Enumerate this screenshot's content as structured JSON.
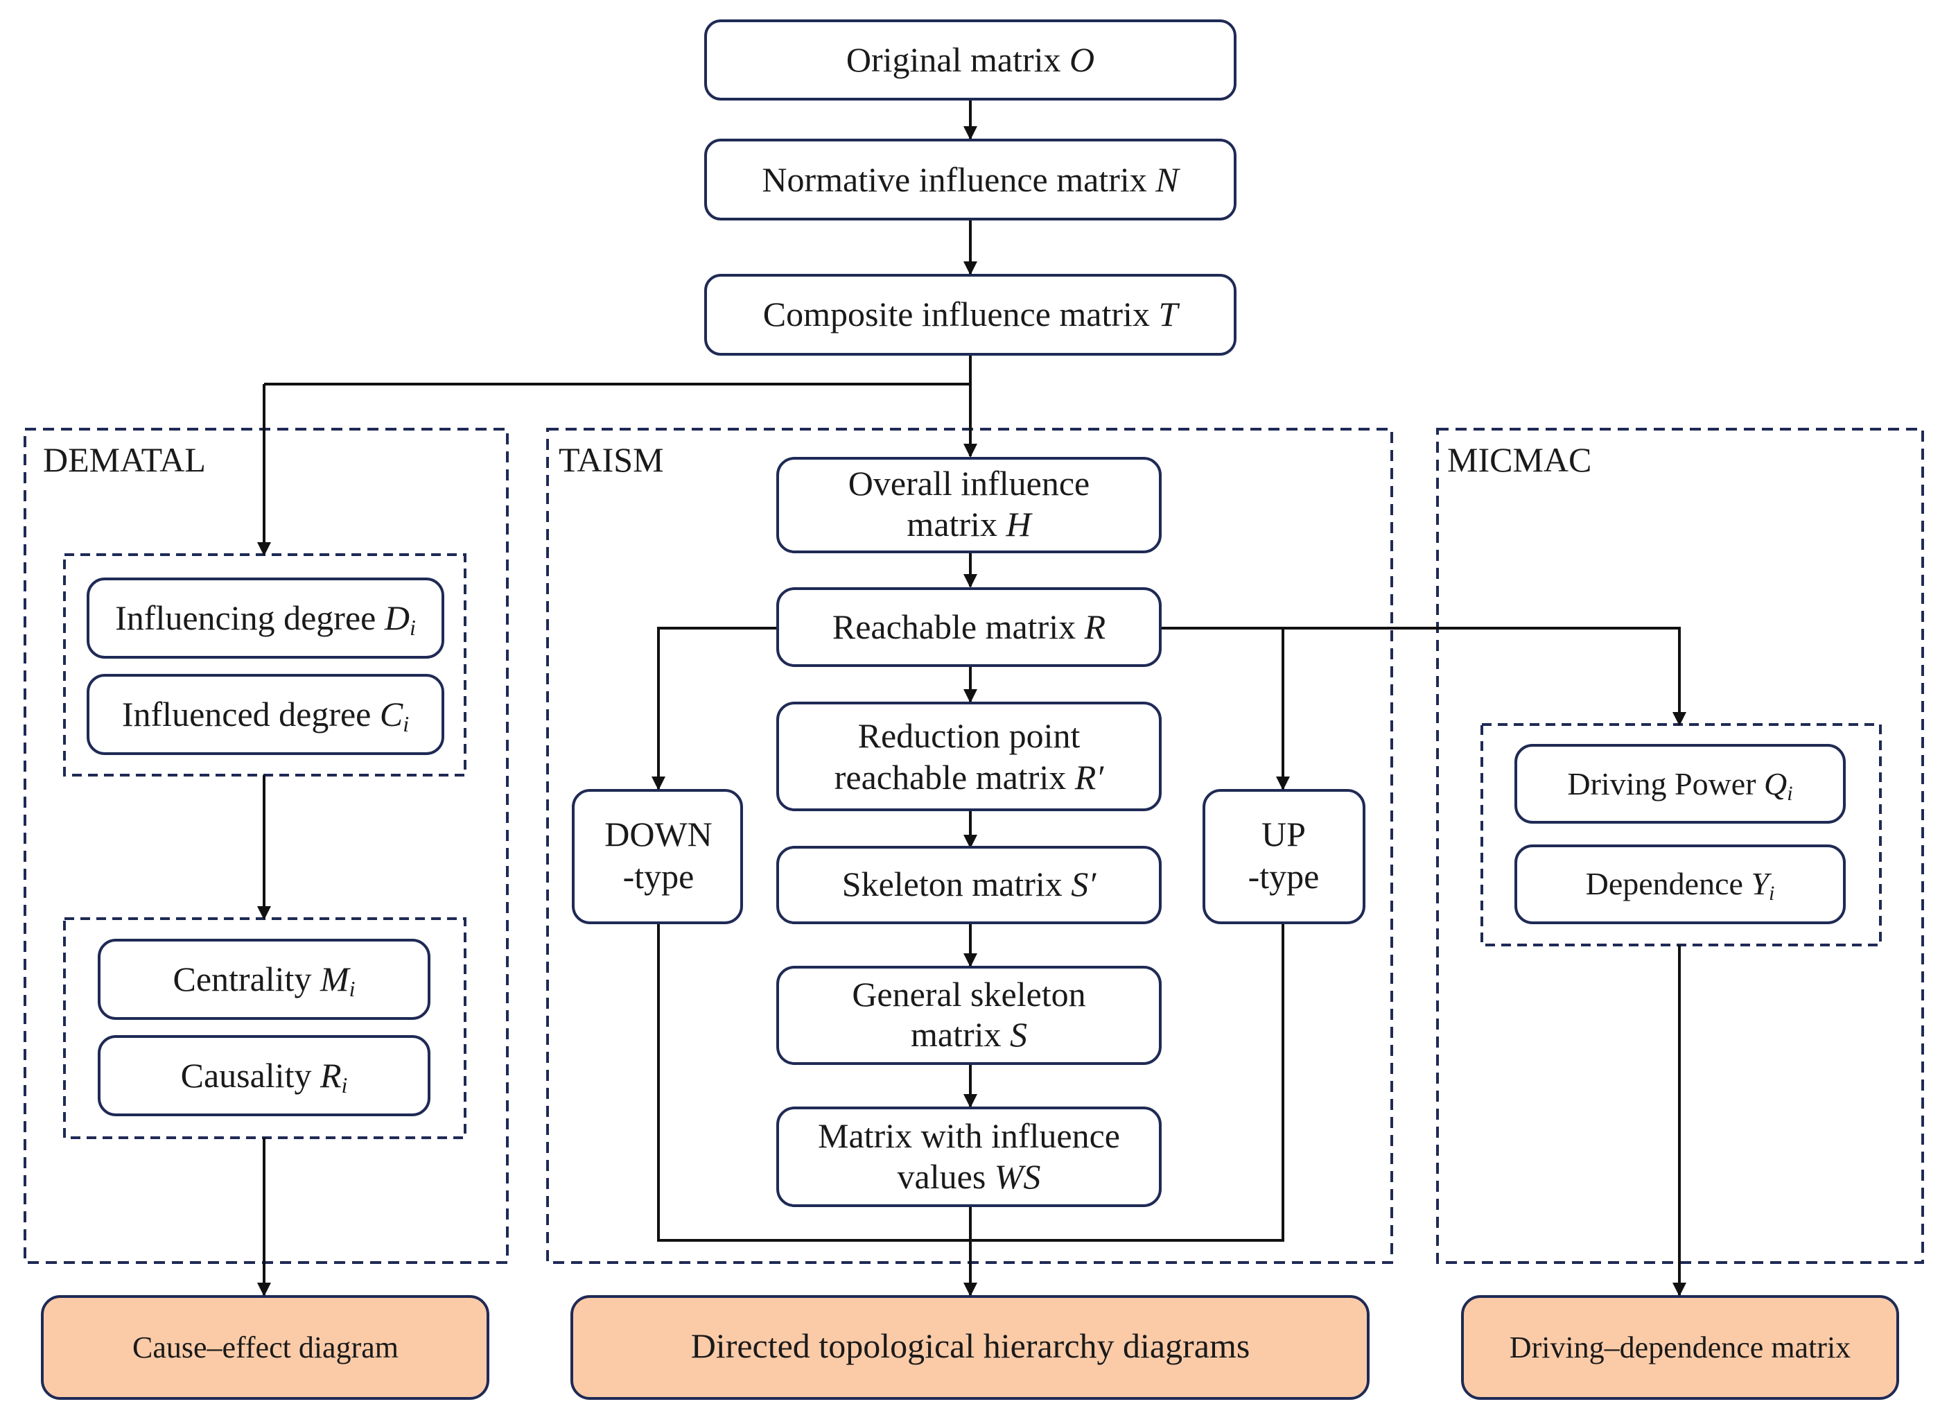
{
  "top_chain": {
    "original": {
      "text": "Original matrix ",
      "var": "O"
    },
    "normative": {
      "text": "Normative influence matrix ",
      "var": "N"
    },
    "composite": {
      "text": "Composite influence matrix ",
      "var": "T"
    }
  },
  "groups": {
    "dematal": "DEMATAL",
    "taism": "TAISM",
    "micmac": "MICMAC"
  },
  "dematal": {
    "influencing": {
      "text": "Influencing degree ",
      "var": "D",
      "sub": "i"
    },
    "influenced": {
      "text": "Influenced degree ",
      "var": "C",
      "sub": "i"
    },
    "centrality": {
      "text": "Centrality ",
      "var": "M",
      "sub": "i"
    },
    "causality": {
      "text": "Causality ",
      "var": "R",
      "sub": "i"
    }
  },
  "taism": {
    "overall_l1": "Overall influence",
    "overall_l2": {
      "text": "matrix ",
      "var": "H"
    },
    "reachable": {
      "text": "Reachable matrix ",
      "var": "R"
    },
    "reduction_l1": "Reduction point",
    "reduction_l2": {
      "text": "reachable matrix ",
      "var": "R′"
    },
    "skeleton": {
      "text": "Skeleton matrix ",
      "var": "S′"
    },
    "general_l1": "General skeleton",
    "general_l2": {
      "text": "matrix ",
      "var": "S"
    },
    "ws_l1": "Matrix with influence",
    "ws_l2": {
      "text": "values ",
      "var": "WS"
    },
    "down_l1": "DOWN",
    "down_l2": "-type",
    "up_l1": "UP",
    "up_l2": "-type"
  },
  "micmac": {
    "driving": {
      "text": "Driving Power ",
      "var": "Q",
      "sub": "i"
    },
    "dependence": {
      "text": "Dependence ",
      "var": "Y",
      "sub": "i"
    }
  },
  "outputs": {
    "cause_effect": "Cause–effect diagram",
    "hierarchy": "Directed topological hierarchy diagrams",
    "driving_dependence": "Driving–dependence matrix"
  },
  "colors": {
    "box_stroke": "#1f2a55",
    "dashed_stroke": "#1f2a55",
    "output_fill": "#fbcba8",
    "arrow": "#111111"
  }
}
